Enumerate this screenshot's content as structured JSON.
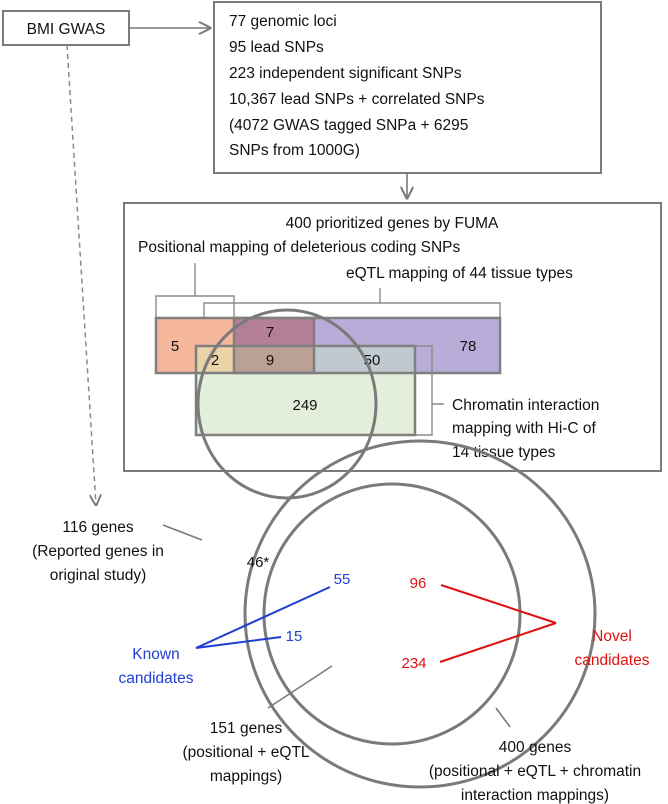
{
  "gwas_box": {
    "label": "BMI GWAS"
  },
  "summary_box": {
    "lines": [
      "77 genomic loci",
      "95 lead SNPs",
      "223 independent significant SNPs",
      "10,367 lead SNPs + correlated SNPs",
      "(4072 GWAS tagged  SNPa + 6295",
      "SNPs from 1000G)"
    ]
  },
  "fuma_box": {
    "title": "400 prioritized genes by FUMA",
    "positional_label": "Positional mapping of deleterious coding SNPs",
    "eqtl_label": "eQTL mapping of 44 tissue types",
    "chromatin_label": [
      "Chromatin interaction",
      "mapping with Hi-C of",
      "14 tissue types"
    ],
    "counts": {
      "positional_only": "5",
      "positional_eqtl": "7",
      "eqtl_only": "78",
      "positional_chromatin": "2",
      "all_three": "9",
      "eqtl_chromatin": "50",
      "chromatin_only": "249"
    },
    "colors": {
      "positional": "#f6b89c",
      "eqtl": "#b8acd8",
      "positional_eqtl": "#b37f97",
      "chromatin": "#e3eedb",
      "positional_chromatin": "#ead3a6",
      "all_three": "#bba095",
      "eqtl_chromatin": "#c0c8d0"
    }
  },
  "venn": {
    "original_label": [
      "116 genes",
      "(Reported genes in",
      "original study)"
    ],
    "original_only": "46*",
    "known_overlap_top": "55",
    "known_overlap_bottom": "15",
    "known_label": [
      "Known",
      "candidates"
    ],
    "novel_top": "96",
    "novel_bottom": "234",
    "novel_label": [
      "Novel",
      "candidates"
    ],
    "genes151_label": [
      "151 genes",
      "(positional + eQTL",
      "mappings)"
    ],
    "genes400_label": [
      "400 genes",
      "(positional + eQTL + chromatin",
      "interaction mappings)"
    ],
    "colors": {
      "known": "#1f3fd1",
      "novel": "#e01010",
      "outline": "#7a7a7a"
    }
  }
}
